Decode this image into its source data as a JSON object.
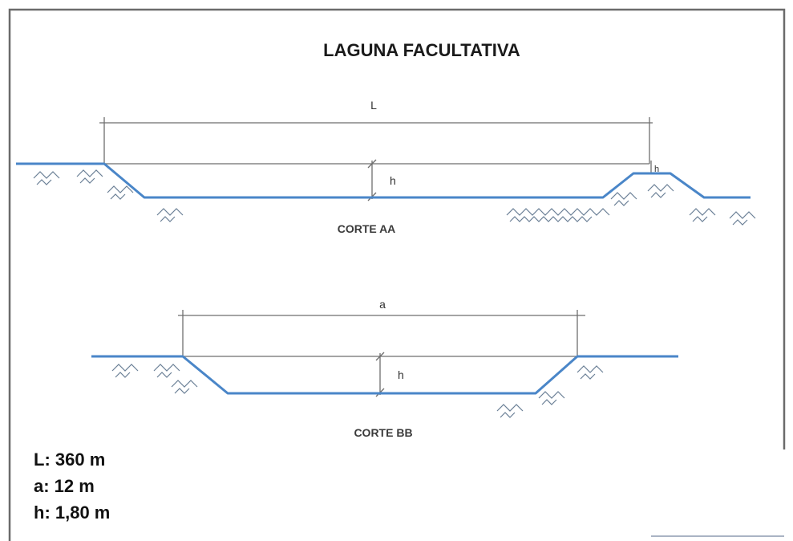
{
  "title": "LAGUNA FACULTATIVA",
  "section_aa": {
    "label": "CORTE AA",
    "length_symbol": "L",
    "depth_symbol": "h",
    "berm_symbol": "h"
  },
  "section_bb": {
    "label": "CORTE BB",
    "width_symbol": "a",
    "depth_symbol": "h"
  },
  "legend": {
    "items": [
      "L: 360 m",
      "a: 12 m",
      "h: 1,80 m"
    ]
  },
  "colors": {
    "profile": "#4a86c8",
    "dimension": "#6e6e6e",
    "frame": "#6b6b6b"
  }
}
